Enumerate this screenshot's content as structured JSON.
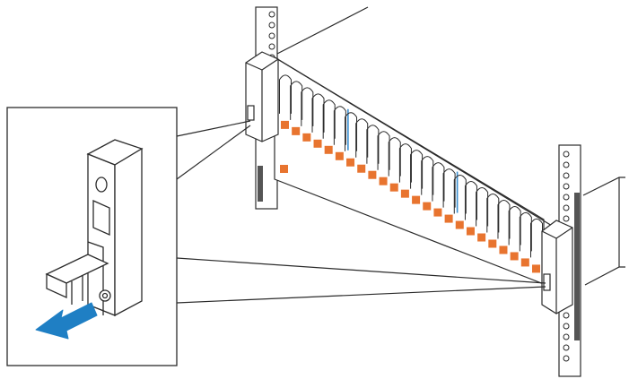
{
  "colors": {
    "line": "#2b2b2b",
    "drive_led": "#e8742f",
    "indicator_blue": "#3a8fd0",
    "arrow_blue": "#1f7fc4",
    "rail_dark": "#555555",
    "background": "#ffffff"
  },
  "drives": {
    "count": 24,
    "highlighted_indices": [
      5,
      15
    ]
  },
  "icons": [
    "push-arrow-icon",
    "release-button-icon"
  ]
}
